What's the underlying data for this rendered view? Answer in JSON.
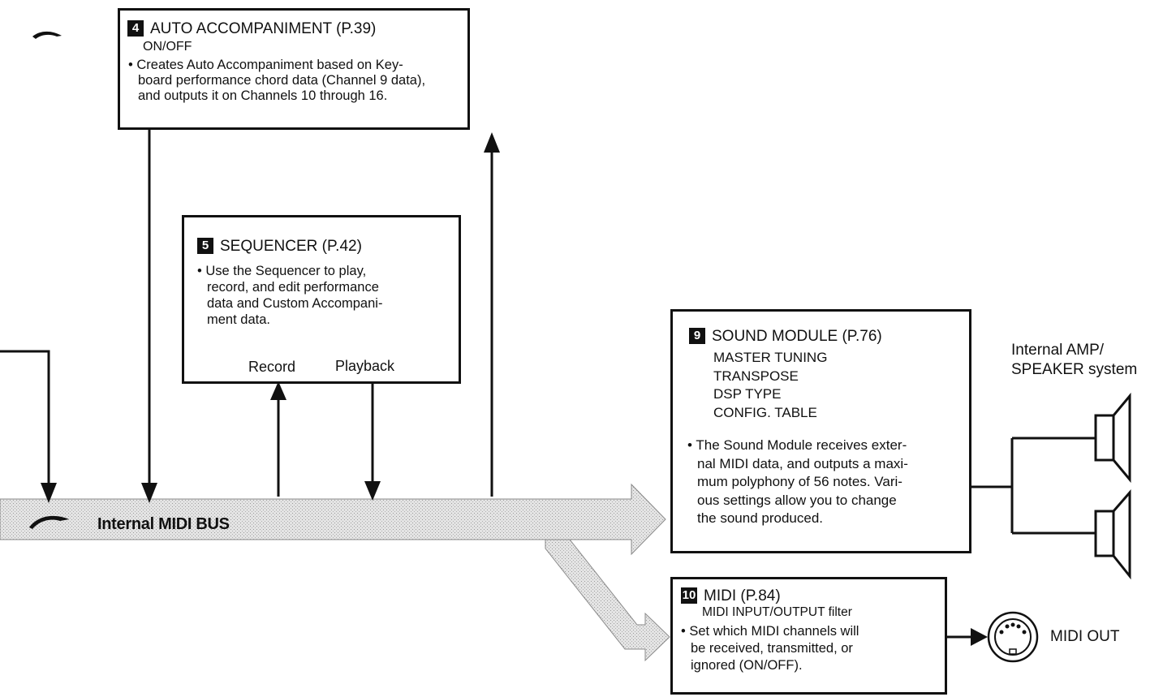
{
  "auto_accompaniment": {
    "number": "4",
    "title": "AUTO ACCOMPANIMENT (P.39)",
    "setting": "ON/OFF",
    "desc": [
      "• Creates Auto Accompaniment based on  Key-",
      "board performance chord data (Channel 9 data),",
      "and outputs it on Channels 10 through 16."
    ]
  },
  "sequencer": {
    "number": "5",
    "title": "SEQUENCER (P.42)",
    "desc": [
      "• Use the Sequencer to play,",
      "record, and edit performance",
      "data and Custom Accompani-",
      "ment data."
    ],
    "record_label": "Record",
    "playback_label": "Playback"
  },
  "sound_module": {
    "number": "9",
    "title": "SOUND MODULE (P.76)",
    "settings": [
      "MASTER TUNING",
      "TRANSPOSE",
      "DSP TYPE",
      "CONFIG. TABLE"
    ],
    "desc": [
      "• The Sound Module receives exter-",
      "nal MIDI data, and outputs a maxi-",
      "mum polyphony of 56 notes.  Vari-",
      "ous settings allow you to change",
      "the sound produced."
    ]
  },
  "midi": {
    "number": "10",
    "title": "MIDI (P.84)",
    "setting": "MIDI INPUT/OUTPUT filter",
    "desc": [
      "• Set which MIDI channels will",
      "be received, transmitted, or",
      "ignored (ON/OFF)."
    ]
  },
  "bus": {
    "label": "Internal MIDI BUS"
  },
  "amp": {
    "label_line1": "Internal AMP/",
    "label_line2": "SPEAKER system"
  },
  "midi_out": {
    "label": "MIDI OUT"
  }
}
